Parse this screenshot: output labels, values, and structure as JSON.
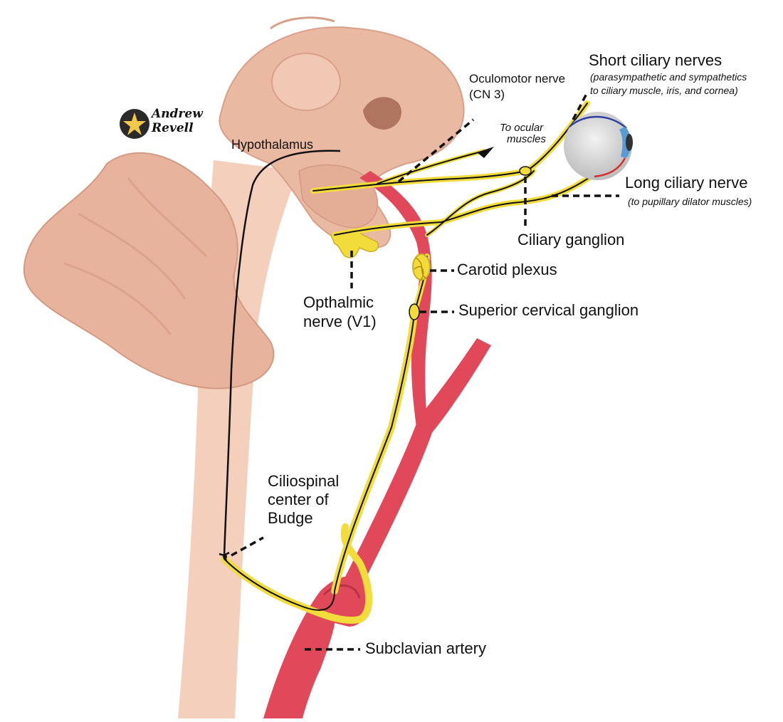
{
  "logo": {
    "text": "Andrew Revell"
  },
  "labels": {
    "hypothalamus": "Hypothalamus",
    "oculomotor_line1": "Oculomotor nerve",
    "oculomotor_line2": "(CN 3)",
    "to_ocular_line1": "To ocular",
    "to_ocular_line2": "muscles",
    "short_ciliary_title": "Short ciliary nerves",
    "short_ciliary_sub1": "(parasympathetic and sympathetics",
    "short_ciliary_sub2": "to ciliary muscle, iris, and cornea)",
    "long_ciliary_title": "Long ciliary nerve",
    "long_ciliary_sub": "(to pupillary dilator muscles)",
    "ciliary_ganglion": "Ciliary ganglion",
    "carotid_plexus": "Carotid plexus",
    "ophthalmic_line1": "Opthalmic",
    "ophthalmic_line2": "nerve (V1)",
    "superior_cervical": "Superior cervical ganglion",
    "ciliospinal_line1": "Ciliospinal",
    "ciliospinal_line2": "center of",
    "ciliospinal_line3": "Budge",
    "subclavian": "Subclavian artery"
  },
  "colors": {
    "brain": "#eab9a2",
    "brain_shade": "#d99f86",
    "spinal_cord": "#f3cfbc",
    "artery": "#e1485a",
    "nerve": "#f2dc3c",
    "nerve_core": "#111111",
    "eye": "#d9d9d9",
    "iris": "#5b9bd5"
  }
}
